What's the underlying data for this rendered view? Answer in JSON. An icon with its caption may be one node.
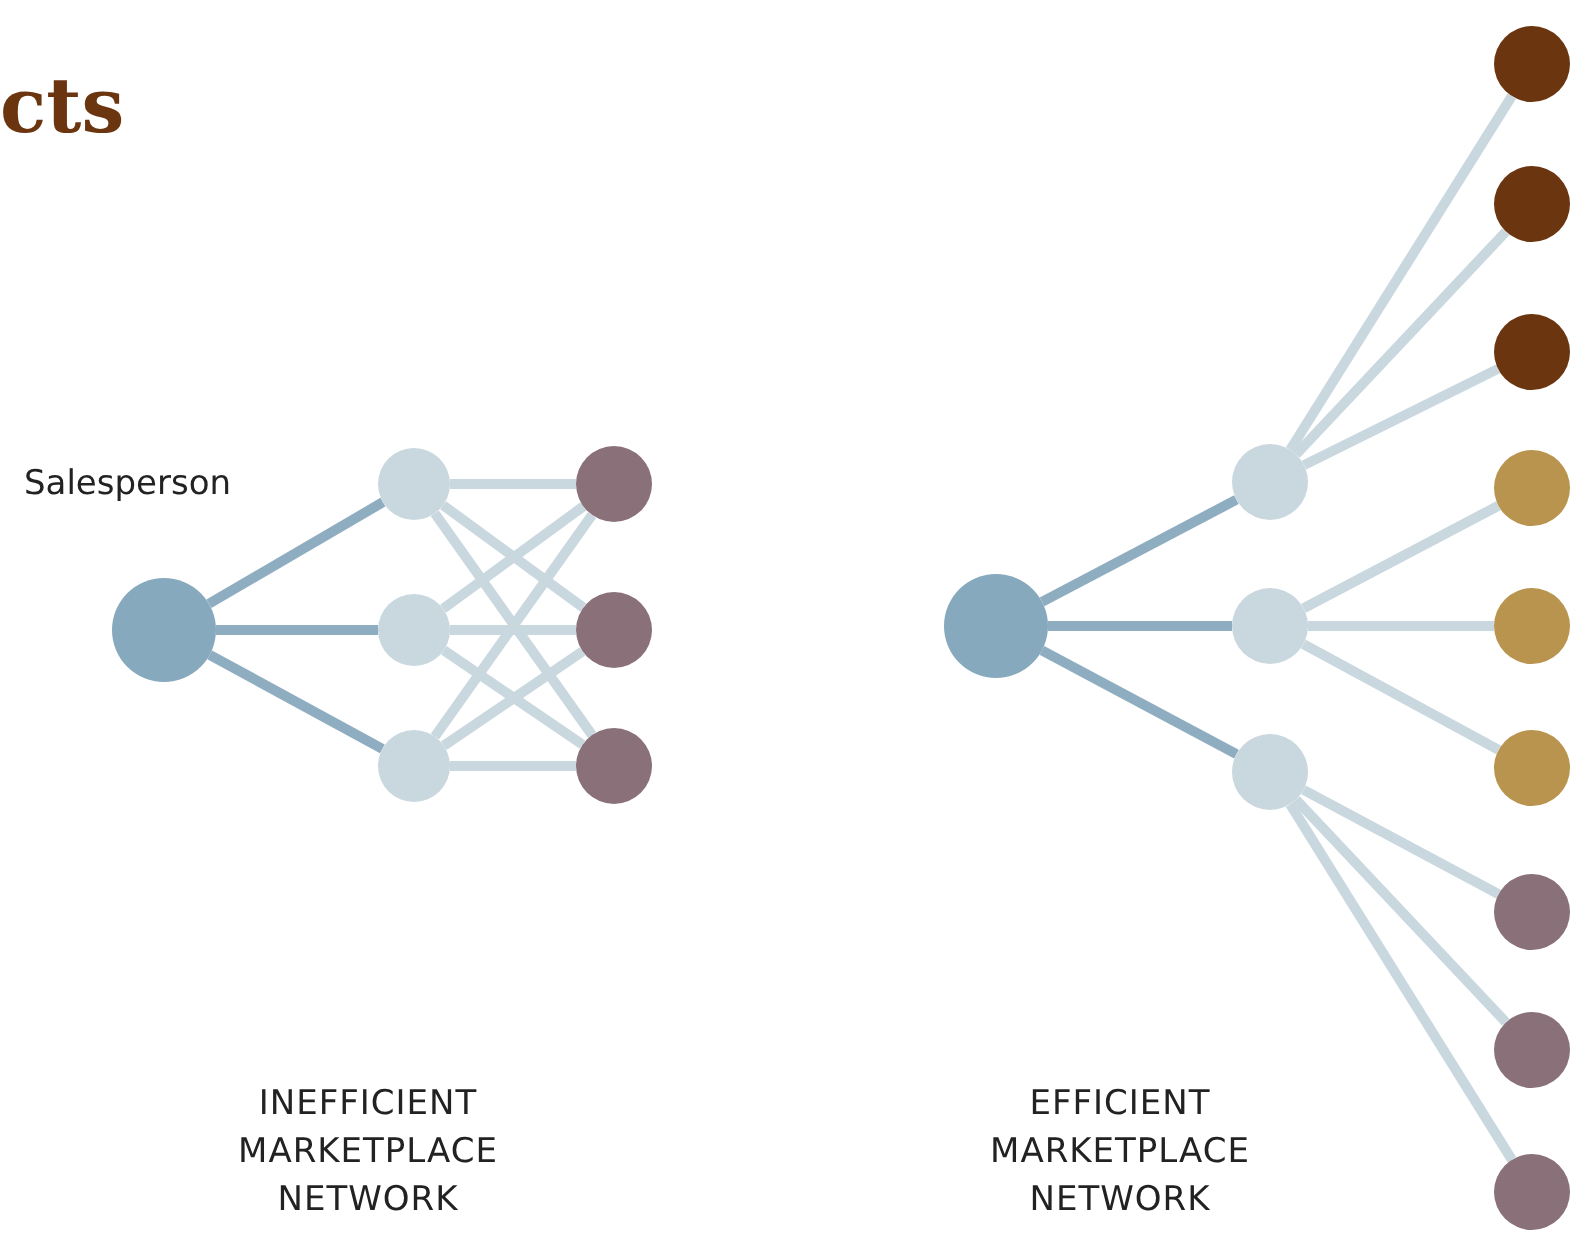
{
  "diagram": {
    "title": "cts",
    "nodes": [
      {
        "text": [],
        "shape": "circle",
        "beside": [
          "Salesperson"
        ]
      },
      {
        "text": [],
        "shape": "circle"
      },
      {
        "text": [],
        "shape": "circle"
      },
      {
        "text": [],
        "shape": "circle"
      },
      {
        "text": [],
        "shape": "circle"
      },
      {
        "text": [],
        "shape": "circle"
      },
      {
        "text": [],
        "shape": "circle"
      },
      {
        "text": [],
        "shape": "circle"
      },
      {
        "text": [],
        "shape": "circle"
      },
      {
        "text": [],
        "shape": "circle"
      },
      {
        "text": [],
        "shape": "circle"
      },
      {
        "text": [],
        "shape": "circle"
      },
      {
        "text": [],
        "shape": "circle"
      },
      {
        "text": [],
        "shape": "circle"
      },
      {
        "text": [],
        "shape": "circle"
      },
      {
        "text": [],
        "shape": "circle"
      },
      {
        "text": [],
        "shape": "circle"
      },
      {
        "text": [],
        "shape": "circle"
      },
      {
        "text": [],
        "shape": "circle"
      },
      {
        "text": [],
        "shape": "circle"
      }
    ],
    "edges": [
      {
        "from": 0,
        "to": 1,
        "arrow": "none",
        "color": "#8fadc0"
      },
      {
        "from": 0,
        "to": 2,
        "arrow": "none",
        "color": "#8fadc0"
      },
      {
        "from": 0,
        "to": 3,
        "arrow": "none",
        "color": "#8fadc0"
      },
      {
        "from": 1,
        "to": 4,
        "arrow": "none"
      },
      {
        "from": 1,
        "to": 5,
        "arrow": "none"
      },
      {
        "from": 1,
        "to": 6,
        "arrow": "none"
      },
      {
        "from": 2,
        "to": 4,
        "arrow": "none"
      },
      {
        "from": 2,
        "to": 5,
        "arrow": "none"
      },
      {
        "from": 2,
        "to": 6,
        "arrow": "none"
      },
      {
        "from": 3,
        "to": 4,
        "arrow": "none"
      },
      {
        "from": 3,
        "to": 5,
        "arrow": "none"
      },
      {
        "from": 3,
        "to": 6,
        "arrow": "none"
      },
      {
        "from": 7,
        "to": 8,
        "arrow": "none",
        "color": "#8fadc0"
      },
      {
        "from": 7,
        "to": 9,
        "arrow": "none",
        "color": "#8fadc0"
      },
      {
        "from": 7,
        "to": 10,
        "arrow": "none",
        "color": "#8fadc0"
      },
      {
        "from": 8,
        "to": 11,
        "arrow": "none"
      },
      {
        "from": 8,
        "to": 12,
        "arrow": "none"
      },
      {
        "from": 8,
        "to": 13,
        "arrow": "none"
      },
      {
        "from": 9,
        "to": 14,
        "arrow": "none"
      },
      {
        "from": 9,
        "to": 15,
        "arrow": "none"
      },
      {
        "from": 9,
        "to": 16,
        "arrow": "none"
      },
      {
        "from": 10,
        "to": 17,
        "arrow": "none"
      },
      {
        "from": 10,
        "to": 18,
        "arrow": "none"
      },
      {
        "from": 10,
        "to": 19,
        "arrow": "none"
      }
    ],
    "labels": [
      "INEFFICIENT MARKETPLACE NETWORK",
      "EFFICIENT MARKETPLACE NETWORK"
    ]
  }
}
